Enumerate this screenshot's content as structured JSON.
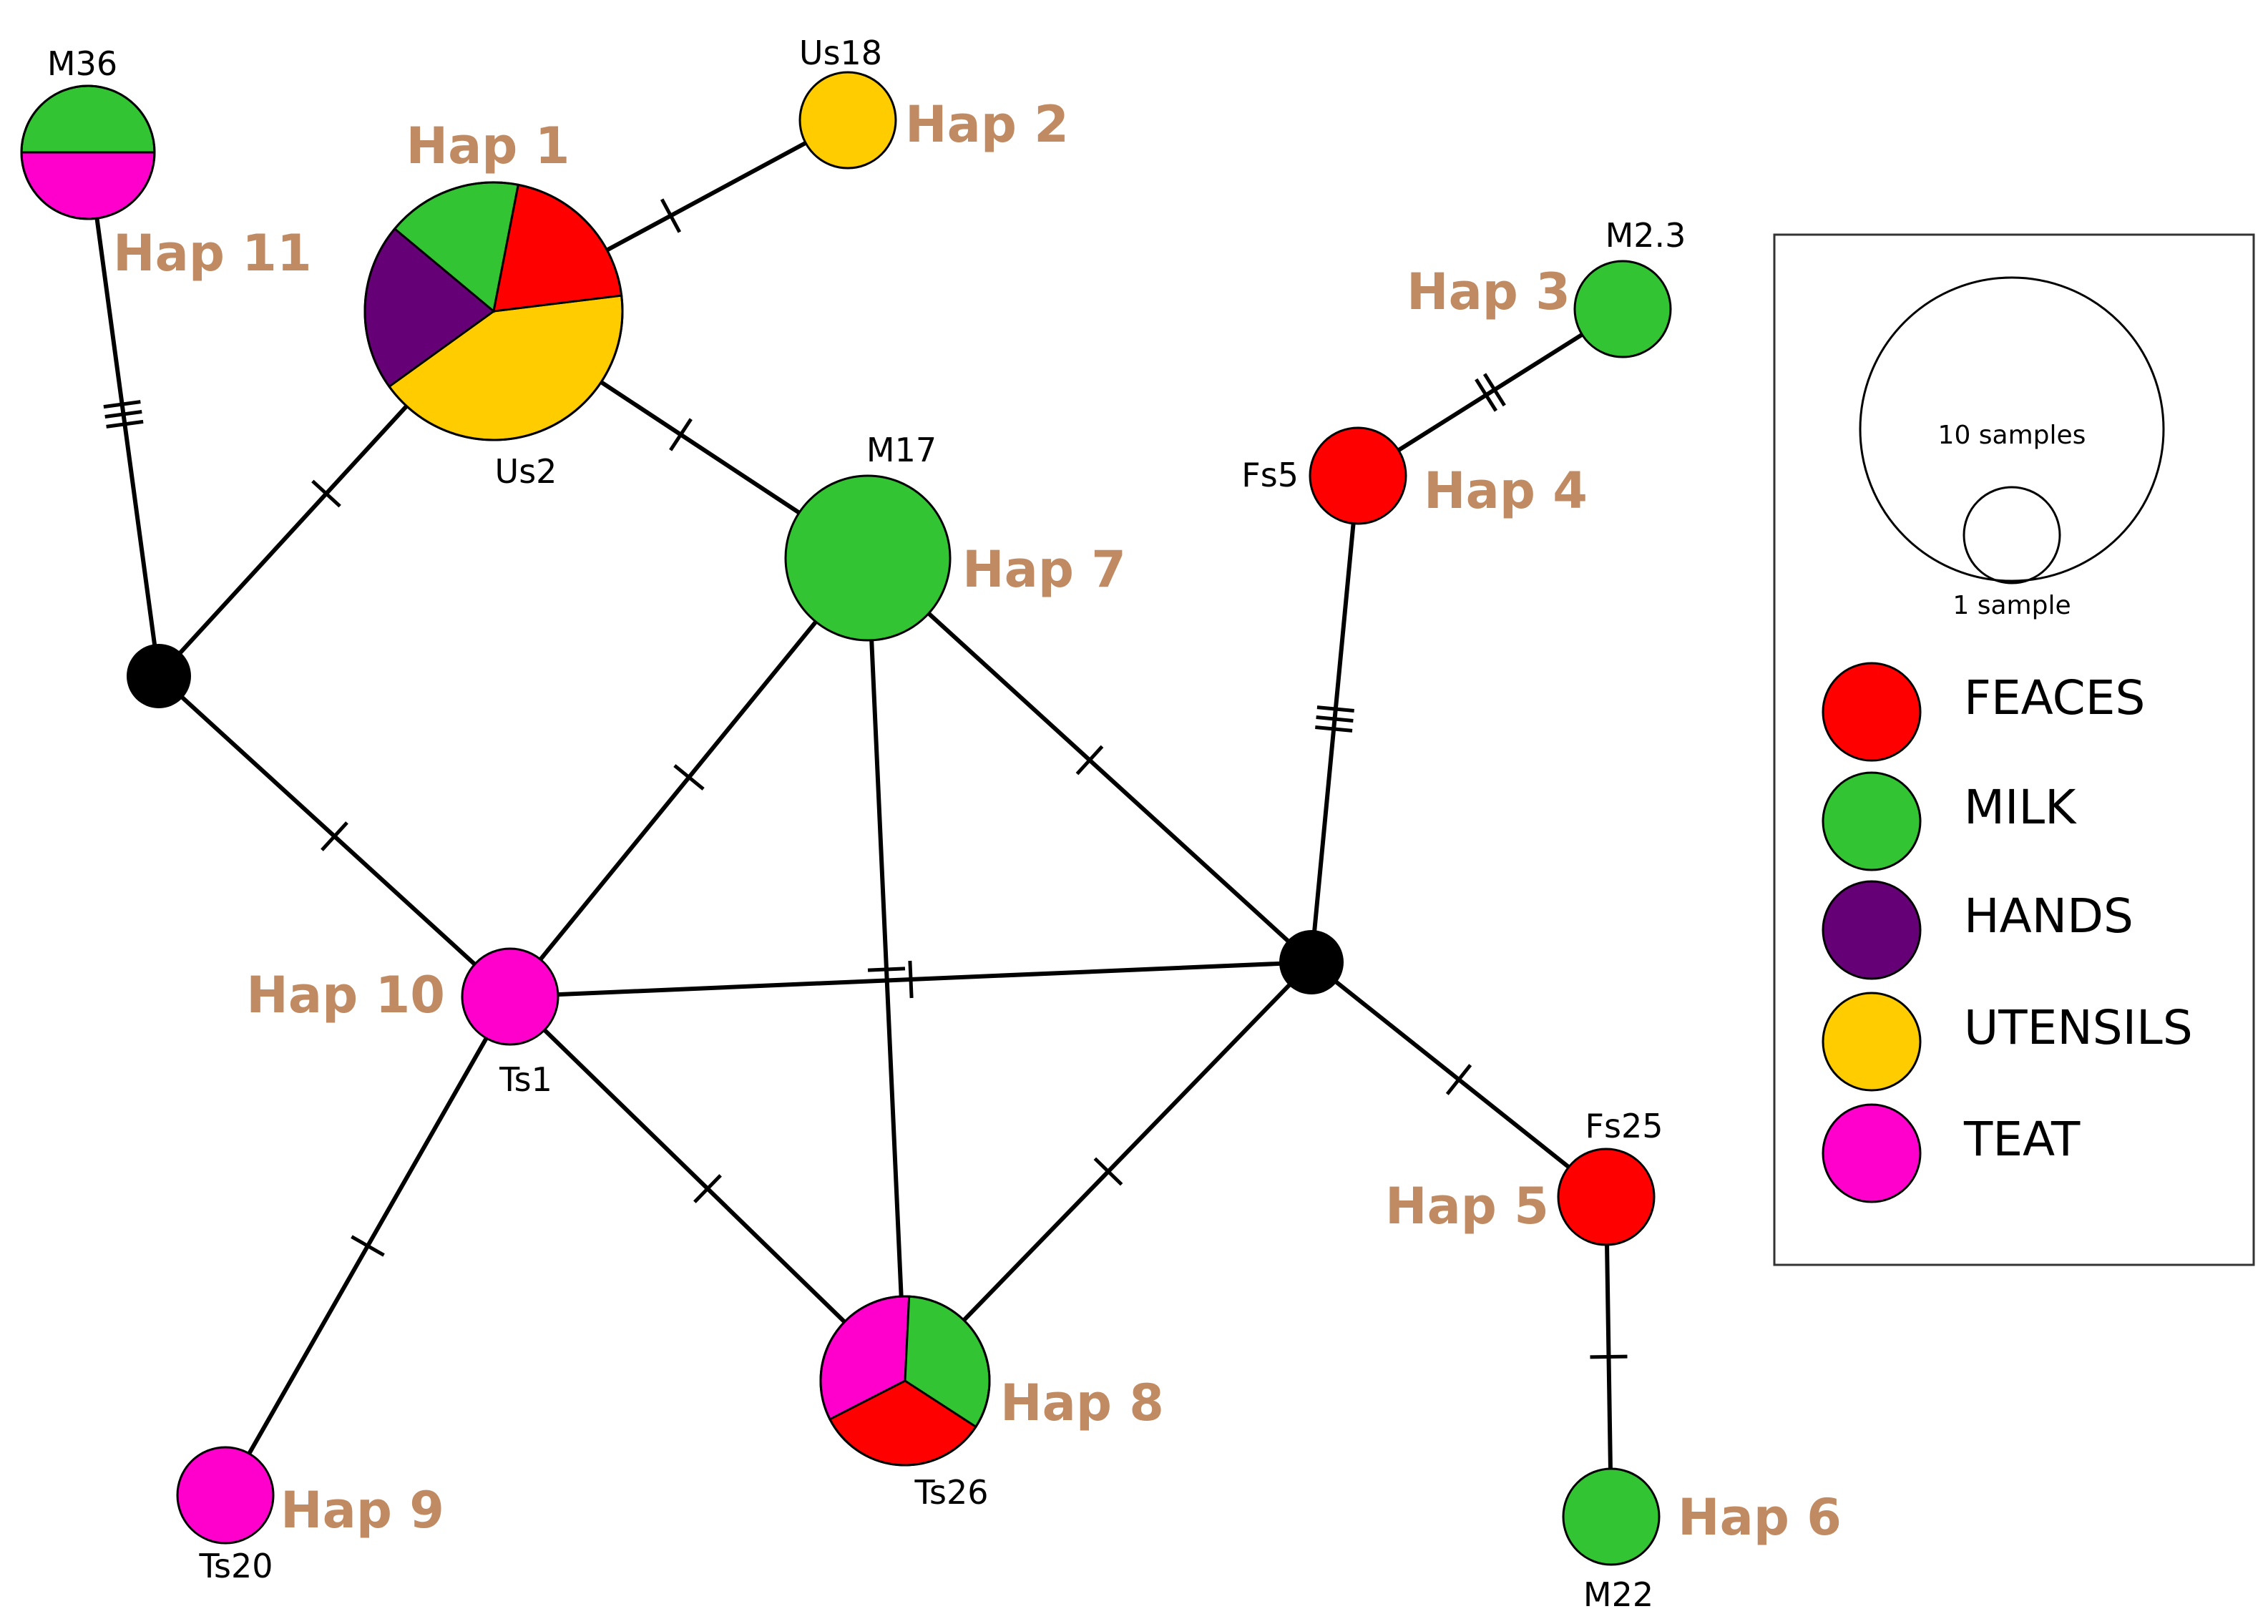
{
  "colors": {
    "FEACES": "#ff0000",
    "MILK": "#33c433",
    "HANDS": "#660077",
    "UTENSILS": "#ffcc00",
    "TEAT": "#ff00cc",
    "median": "#000000",
    "hap_label": "#c08a62"
  },
  "haplotypes": [
    {
      "id": "hap1",
      "label": "Hap 1",
      "sample": "Us2",
      "pie": [
        {
          "source": "UTENSILS",
          "frac": 0.42
        },
        {
          "source": "HANDS",
          "frac": 0.21
        },
        {
          "source": "MILK",
          "frac": 0.17
        },
        {
          "source": "FEACES",
          "frac": 0.2
        }
      ]
    },
    {
      "id": "hap2",
      "label": "Hap 2",
      "sample": "Us18",
      "pie": [
        {
          "source": "UTENSILS",
          "frac": 1
        }
      ]
    },
    {
      "id": "hap3",
      "label": "Hap 3",
      "sample": "M2.3",
      "pie": [
        {
          "source": "MILK",
          "frac": 1
        }
      ]
    },
    {
      "id": "hap4",
      "label": "Hap 4",
      "sample": "Fs5",
      "pie": [
        {
          "source": "FEACES",
          "frac": 1
        }
      ]
    },
    {
      "id": "hap5",
      "label": "Hap 5",
      "sample": "Fs25",
      "pie": [
        {
          "source": "FEACES",
          "frac": 1
        }
      ]
    },
    {
      "id": "hap6",
      "label": "Hap 6",
      "sample": "M22",
      "pie": [
        {
          "source": "MILK",
          "frac": 1
        }
      ]
    },
    {
      "id": "hap7",
      "label": "Hap 7",
      "sample": "M17",
      "pie": [
        {
          "source": "MILK",
          "frac": 1
        }
      ]
    },
    {
      "id": "hap8",
      "label": "Hap 8",
      "sample": "Ts26",
      "pie": [
        {
          "source": "FEACES",
          "frac": 0.333
        },
        {
          "source": "TEAT",
          "frac": 0.333
        },
        {
          "source": "MILK",
          "frac": 0.334
        }
      ]
    },
    {
      "id": "hap9",
      "label": "Hap 9",
      "sample": "Ts20",
      "pie": [
        {
          "source": "TEAT",
          "frac": 1
        }
      ]
    },
    {
      "id": "hap10",
      "label": "Hap 10",
      "sample": "Ts1",
      "pie": [
        {
          "source": "TEAT",
          "frac": 1
        }
      ]
    },
    {
      "id": "hap11",
      "label": "Hap 11",
      "sample": "M36",
      "pie": [
        {
          "source": "MILK",
          "frac": 0.5
        },
        {
          "source": "TEAT",
          "frac": 0.5
        }
      ]
    }
  ],
  "median_vectors": [
    "mv1",
    "mv2"
  ],
  "edges": [
    {
      "from": "hap1",
      "to": "hap2",
      "mutations": 1
    },
    {
      "from": "hap1",
      "to": "mv1",
      "mutations": 1
    },
    {
      "from": "hap1",
      "to": "hap7",
      "mutations": 1
    },
    {
      "from": "hap11",
      "to": "mv1",
      "mutations": 3
    },
    {
      "from": "mv1",
      "to": "hap10",
      "mutations": 1
    },
    {
      "from": "hap7",
      "to": "hap10",
      "mutations": 1
    },
    {
      "from": "hap7",
      "to": "hap8",
      "mutations": 1
    },
    {
      "from": "hap7",
      "to": "mv2",
      "mutations": 1
    },
    {
      "from": "hap10",
      "to": "mv2",
      "mutations": 1
    },
    {
      "from": "hap10",
      "to": "hap8",
      "mutations": 1
    },
    {
      "from": "hap10",
      "to": "hap9",
      "mutations": 1
    },
    {
      "from": "hap8",
      "to": "mv2",
      "mutations": 1
    },
    {
      "from": "hap4",
      "to": "mv2",
      "mutations": 3
    },
    {
      "from": "hap4",
      "to": "hap3",
      "mutations": 2
    },
    {
      "from": "mv2",
      "to": "hap5",
      "mutations": 1
    },
    {
      "from": "hap5",
      "to": "hap6",
      "mutations": 1
    }
  ],
  "legend": {
    "size_large": "10 samples",
    "size_small": "1 sample",
    "items": [
      {
        "key": "FEACES",
        "label": "FEACES"
      },
      {
        "key": "MILK",
        "label": "MILK"
      },
      {
        "key": "HANDS",
        "label": "HANDS"
      },
      {
        "key": "UTENSILS",
        "label": "UTENSILS"
      },
      {
        "key": "TEAT",
        "label": "TEAT"
      }
    ]
  }
}
